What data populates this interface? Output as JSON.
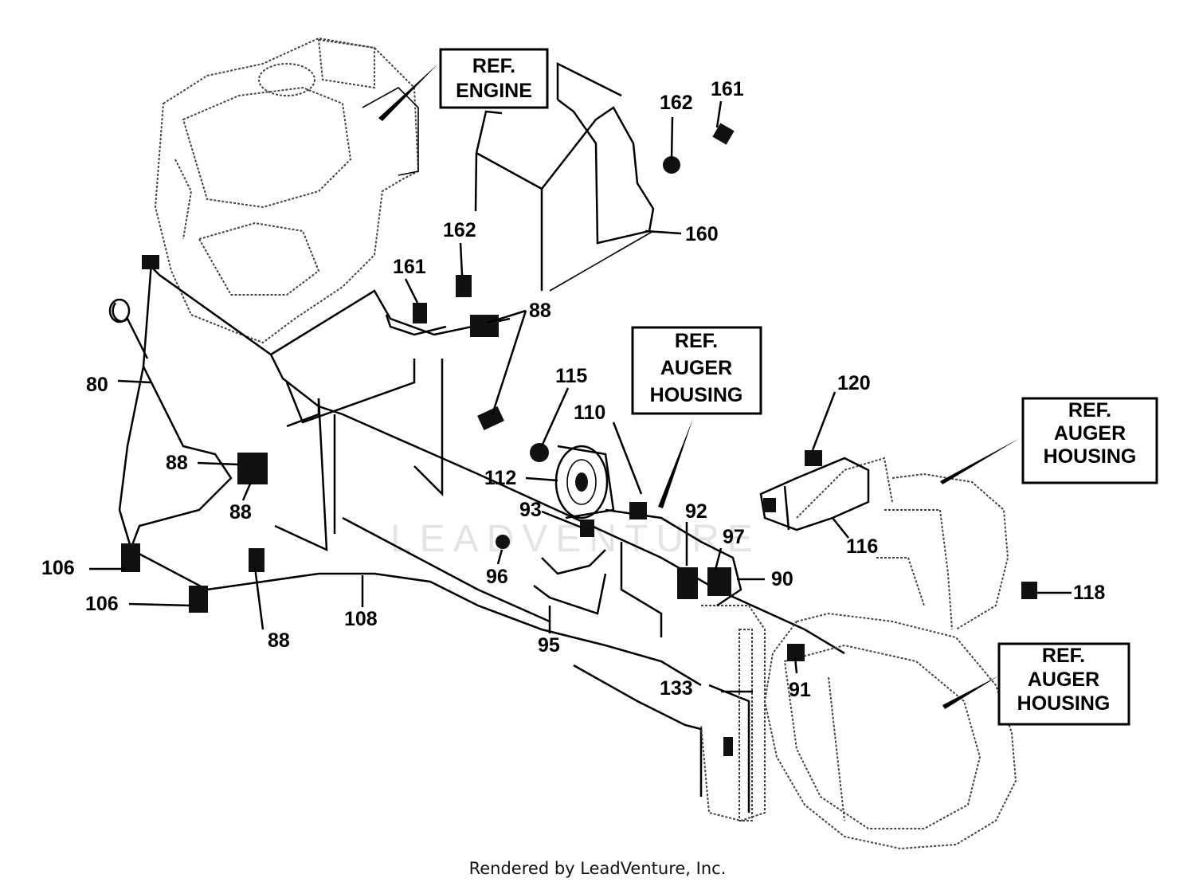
{
  "diagram": {
    "ref_boxes": [
      {
        "id": "ref-engine",
        "lines": [
          "REF.",
          "ENGINE"
        ]
      },
      {
        "id": "ref-auger-1",
        "lines": [
          "REF.",
          "AUGER",
          "HOUSING"
        ]
      },
      {
        "id": "ref-auger-2",
        "lines": [
          "REF.",
          "AUGER",
          "HOUSING"
        ]
      },
      {
        "id": "ref-auger-3",
        "lines": [
          "REF.",
          "AUGER",
          "HOUSING"
        ]
      }
    ],
    "part_labels": [
      {
        "id": "p161a",
        "text": "161"
      },
      {
        "id": "p162a",
        "text": "162"
      },
      {
        "id": "p160",
        "text": "160"
      },
      {
        "id": "p162b",
        "text": "162"
      },
      {
        "id": "p161b",
        "text": "161"
      },
      {
        "id": "p88a",
        "text": "88"
      },
      {
        "id": "p80",
        "text": "80"
      },
      {
        "id": "p88b",
        "text": "88"
      },
      {
        "id": "p88c",
        "text": "88"
      },
      {
        "id": "p106a",
        "text": "106"
      },
      {
        "id": "p106b",
        "text": "106"
      },
      {
        "id": "p108",
        "text": "108"
      },
      {
        "id": "p88d",
        "text": "88"
      },
      {
        "id": "p115",
        "text": "115"
      },
      {
        "id": "p110",
        "text": "110"
      },
      {
        "id": "p112",
        "text": "112"
      },
      {
        "id": "p93",
        "text": "93"
      },
      {
        "id": "p92",
        "text": "92"
      },
      {
        "id": "p97",
        "text": "97"
      },
      {
        "id": "p96",
        "text": "96"
      },
      {
        "id": "p90",
        "text": "90"
      },
      {
        "id": "p95",
        "text": "95"
      },
      {
        "id": "p120",
        "text": "120"
      },
      {
        "id": "p116",
        "text": "116"
      },
      {
        "id": "p118",
        "text": "118"
      },
      {
        "id": "p133",
        "text": "133"
      },
      {
        "id": "p91",
        "text": "91"
      }
    ],
    "watermark": "LEADVENTURE"
  },
  "footer": {
    "credit": "Rendered by LeadVenture, Inc."
  }
}
